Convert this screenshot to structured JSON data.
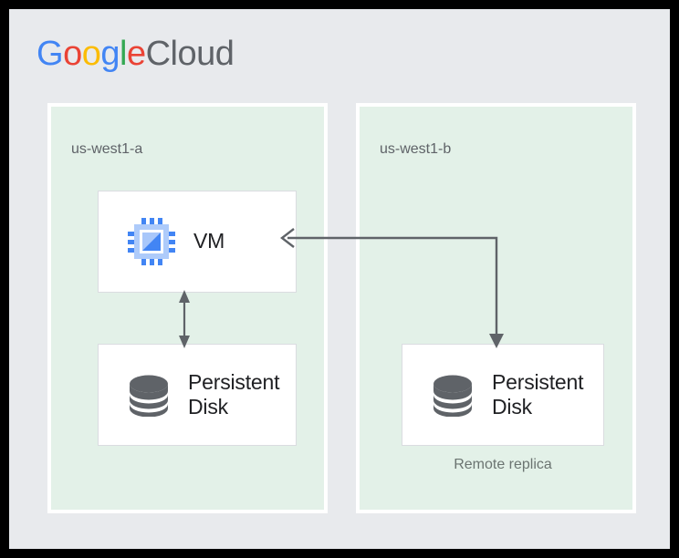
{
  "brand": {
    "name_parts": [
      {
        "ch": "G",
        "color": "#4285f4"
      },
      {
        "ch": "o",
        "color": "#ea4335"
      },
      {
        "ch": "o",
        "color": "#fbbc05"
      },
      {
        "ch": "g",
        "color": "#4285f4"
      },
      {
        "ch": "l",
        "color": "#34a853"
      },
      {
        "ch": "e",
        "color": "#ea4335"
      }
    ],
    "google_text": "Google",
    "cloud_text": "Cloud",
    "cloud_color": "#5f6368"
  },
  "palette": {
    "page_background": "#e8eaed",
    "zone_fill": "#e3f1e8",
    "zone_border": "#ffffff",
    "card_fill": "#ffffff",
    "card_border": "#dadce0",
    "text_primary": "#202124",
    "text_secondary": "#5f6368",
    "arrow": "#5f6368",
    "icon_blue": "#4285f4",
    "icon_blue_light": "#aecbfa",
    "icon_gray": "#5f6368"
  },
  "zones": [
    {
      "id": "us-west1-a",
      "label": "us-west1-a",
      "resources": [
        {
          "id": "vm",
          "label": "VM",
          "icon": "cpu-chip-icon"
        },
        {
          "id": "persistent-disk-a",
          "label": "Persistent Disk",
          "icon": "database-disk-icon"
        }
      ]
    },
    {
      "id": "us-west1-b",
      "label": "us-west1-b",
      "resources": [
        {
          "id": "persistent-disk-b",
          "label": "Persistent Disk",
          "icon": "database-disk-icon",
          "caption": "Remote replica"
        }
      ]
    }
  ],
  "connections": [
    {
      "id": "vm-to-local-disk",
      "type": "bidirectional-vertical-arrow",
      "from": "vm",
      "to": "persistent-disk-a"
    },
    {
      "id": "remote-disk-to-vm",
      "type": "elbow-arrow-double-headed",
      "from": "persistent-disk-b",
      "to": "vm"
    }
  ]
}
